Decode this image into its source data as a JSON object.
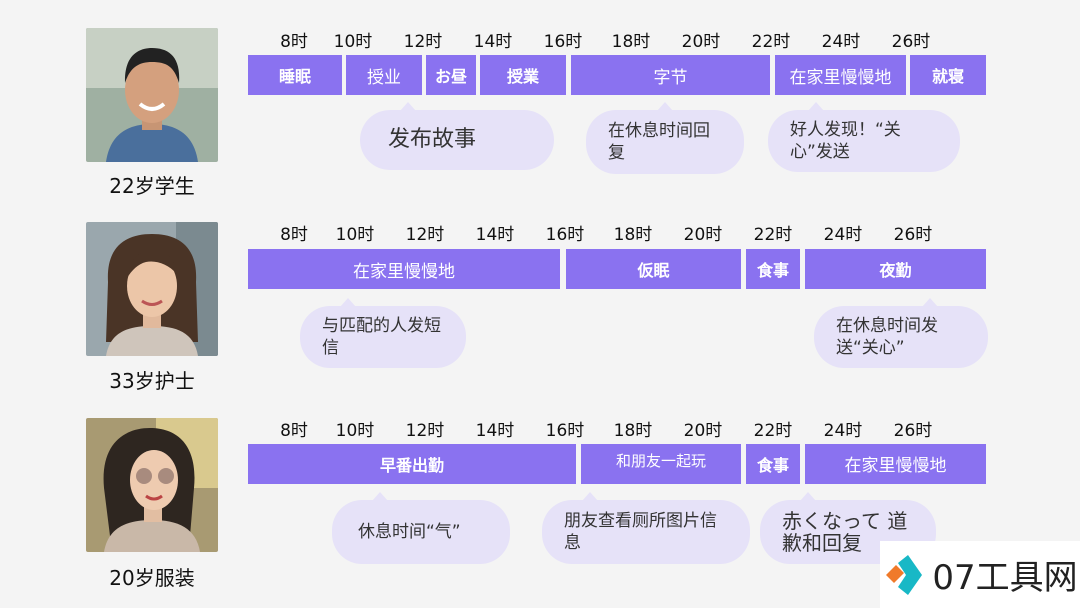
{
  "persons": [
    {
      "label": "22岁学生",
      "hours": [
        "8时",
        "10时",
        "12时",
        "14时",
        "16时",
        "18时",
        "20时",
        "22时",
        "24时",
        "26时"
      ],
      "blocks": [
        "睡眠",
        "授业",
        "お昼",
        "授業",
        "字节",
        "在家里慢慢地",
        "就寝"
      ],
      "bubbles": [
        "发布故事",
        "在休息时间回复",
        "好人发现！“关心”发送"
      ]
    },
    {
      "label": "33岁护士",
      "hours": [
        "8时",
        "10时",
        "12时",
        "14时",
        "16时",
        "18时",
        "20时",
        "22时",
        "24时",
        "26时"
      ],
      "blocks": [
        "在家里慢慢地",
        "仮眠",
        "食事",
        "夜勤"
      ],
      "bubbles": [
        "与匹配的人发短信",
        "在休息时间发送“关心”"
      ]
    },
    {
      "label": "20岁服装",
      "hours": [
        "8时",
        "10时",
        "12时",
        "14时",
        "16时",
        "18时",
        "20时",
        "22时",
        "24时",
        "26时"
      ],
      "blocks": [
        "早番出勤",
        "和朋友一起玩",
        "食事",
        "在家里慢慢地"
      ],
      "bubbles": [
        "休息时间“气”",
        "朋友查看厕所图片信息",
        "赤くなって 道歉和回复"
      ]
    }
  ],
  "watermark": "07工具网",
  "colors": {
    "block": "#8a72f0",
    "bubble": "#e6e2f8",
    "background": "#f4f4f4"
  }
}
